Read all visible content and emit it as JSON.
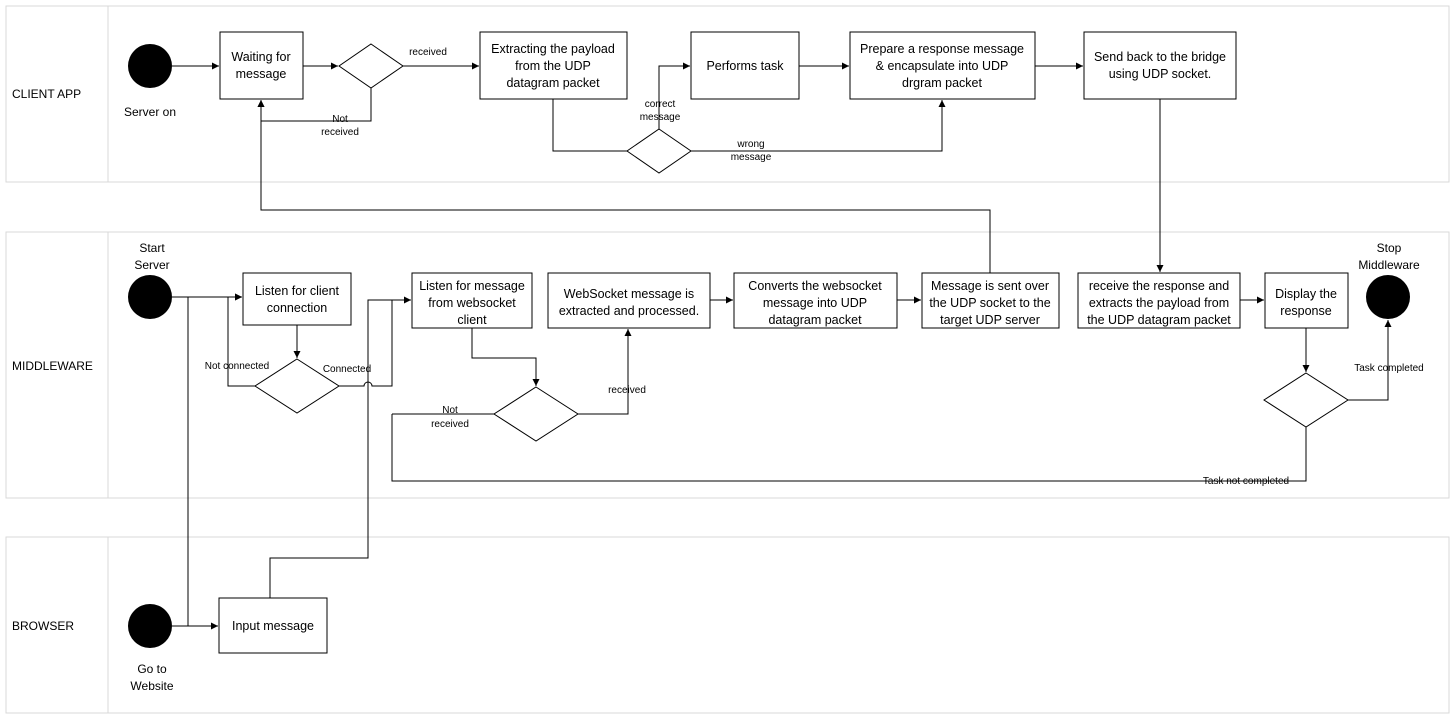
{
  "lanes": {
    "client_app": "CLIENT APP",
    "middleware": "MIDDLEWARE",
    "browser": "BROWSER"
  },
  "client": {
    "start_label": "Server on",
    "waiting": [
      "Waiting for",
      "message"
    ],
    "extracting": [
      "Extracting the payload",
      "from the UDP",
      "datagram packet"
    ],
    "performs": [
      "Performs task"
    ],
    "prepare": [
      "Prepare a response message",
      "& encapsulate into UDP",
      "drgram packet"
    ],
    "send_back": [
      "Send back to the bridge",
      "using UDP socket."
    ],
    "received": "received",
    "not_received": [
      "Not",
      "received"
    ],
    "correct_message": [
      "correct",
      "message"
    ],
    "wrong_message": [
      "wrong",
      "message"
    ]
  },
  "middleware": {
    "start_label": [
      "Start",
      "Server"
    ],
    "stop_label": [
      "Stop",
      "Middleware"
    ],
    "listen_client": [
      "Listen for client",
      "connection"
    ],
    "listen_message": [
      "Listen for message",
      "from websocket",
      "client"
    ],
    "ws_extracted": [
      "WebSocket message is",
      "extracted and processed."
    ],
    "converts": [
      "Converts the websocket",
      "message into UDP",
      "datagram packet"
    ],
    "sent_over": [
      "Message is sent over",
      "the UDP socket to the",
      "target UDP server"
    ],
    "receive_response": [
      "receive the response and",
      "extracts the payload from",
      "the UDP datagram packet"
    ],
    "display": [
      "Display the",
      "response"
    ],
    "not_connected": "Not connected",
    "connected": "Connected",
    "not_received": [
      "Not",
      "received"
    ],
    "received": "received",
    "task_completed": "Task completed",
    "task_not_completed": "Task not completed"
  },
  "browser": {
    "start_label": [
      "Go to",
      "Website"
    ],
    "input": [
      "Input message"
    ]
  }
}
